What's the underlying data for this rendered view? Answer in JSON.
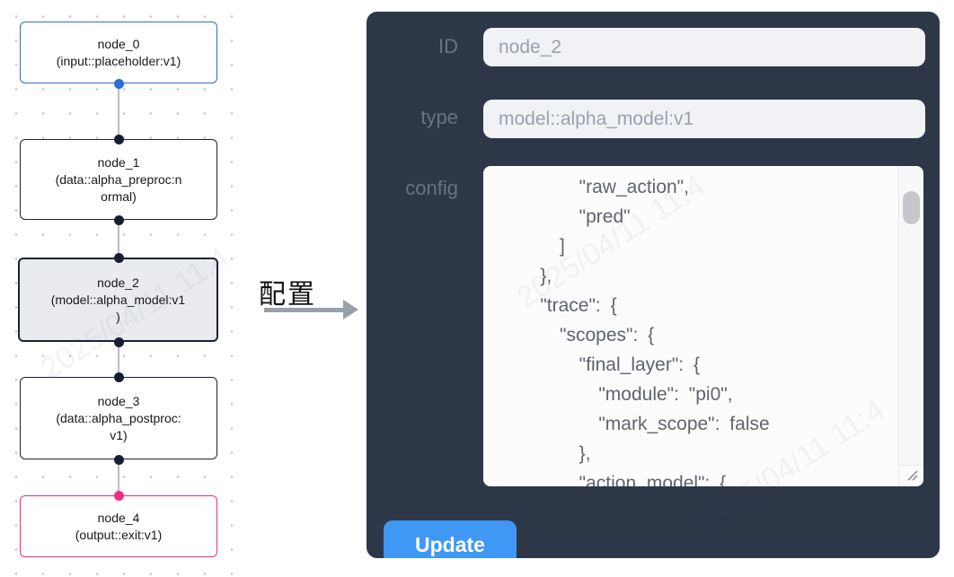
{
  "graph": {
    "nodes": [
      {
        "name": "node_0",
        "type": "(input::placeholder:v1)"
      },
      {
        "name": "node_1",
        "type": "(data::alpha_preproc:n\normal)"
      },
      {
        "name": "node_2",
        "type": "(model::alpha_model:v1\n)"
      },
      {
        "name": "node_3",
        "type": "(data::alpha_postproc:\nv1)"
      },
      {
        "name": "node_4",
        "type": "(output::exit:v1)"
      }
    ]
  },
  "transition": {
    "label": "配置"
  },
  "panel": {
    "fields": [
      {
        "label": "ID",
        "value": "node_2"
      },
      {
        "label": "type",
        "value": "model::alpha_model:v1"
      }
    ],
    "config": {
      "label": "config",
      "text": "        \"raw_action\",\n        \"pred\"\n      ]\n    },\n    \"trace\": {\n      \"scopes\": {\n        \"final_layer\": {\n          \"module\": \"pi0\",\n          \"mark_scope\": false\n        },\n        \"action_model\": {"
    },
    "update_label": "Update"
  },
  "watermark": {
    "text": "2025/04/11 11:4"
  },
  "colors": {
    "panel_bg": "#2d3748",
    "accent_blue": "#4098f5",
    "node_border": "#1b2233",
    "input_node_border": "#2b6cd0",
    "output_node_border": "#ee2d80",
    "selected_node_bg": "#e9ebee",
    "edge": "#b9bdc4"
  }
}
